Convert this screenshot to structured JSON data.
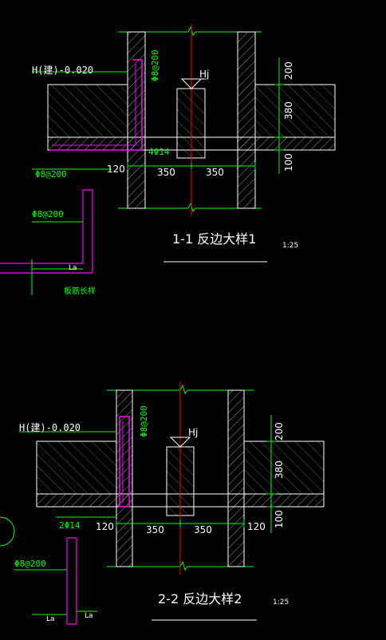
{
  "colors": {
    "background": "#000000",
    "line_white": "#ffffff",
    "line_green": "#00ff00",
    "rebar_magenta": "#ff00ff",
    "axis_red": "#ff0000"
  },
  "detail1": {
    "elevation": "H(建)-0.020",
    "rebar_top": "Φ8@200",
    "axis_label": "Hj",
    "dim_200": "200",
    "dim_380": "380",
    "dim_100": "100",
    "dim_120": "120",
    "dim_350_left": "350",
    "dim_350_right": "350",
    "rebar_bottom": "4Φ14",
    "rebar_left": "Φ8@200",
    "title": "1-1  反边大样1",
    "scale": "1:25"
  },
  "detail1_bar": {
    "rebar_label": "Φ8@200",
    "la_label": "La",
    "note": "板筋长样"
  },
  "detail2": {
    "elevation": "H(建)-0.020",
    "rebar_top": "Φ8@200",
    "axis_label": "Hj",
    "dim_200": "200",
    "dim_380": "380",
    "dim_100": "100",
    "dim_120_left": "120",
    "dim_120_right": "120",
    "dim_350_left": "350",
    "dim_350_right": "350",
    "rebar_bottom": "2Φ14",
    "title": "2-2  反边大样2",
    "scale": "1:25"
  },
  "detail2_bar": {
    "rebar_label": "Φ8@200",
    "la_left": "La",
    "la_right": "La"
  }
}
